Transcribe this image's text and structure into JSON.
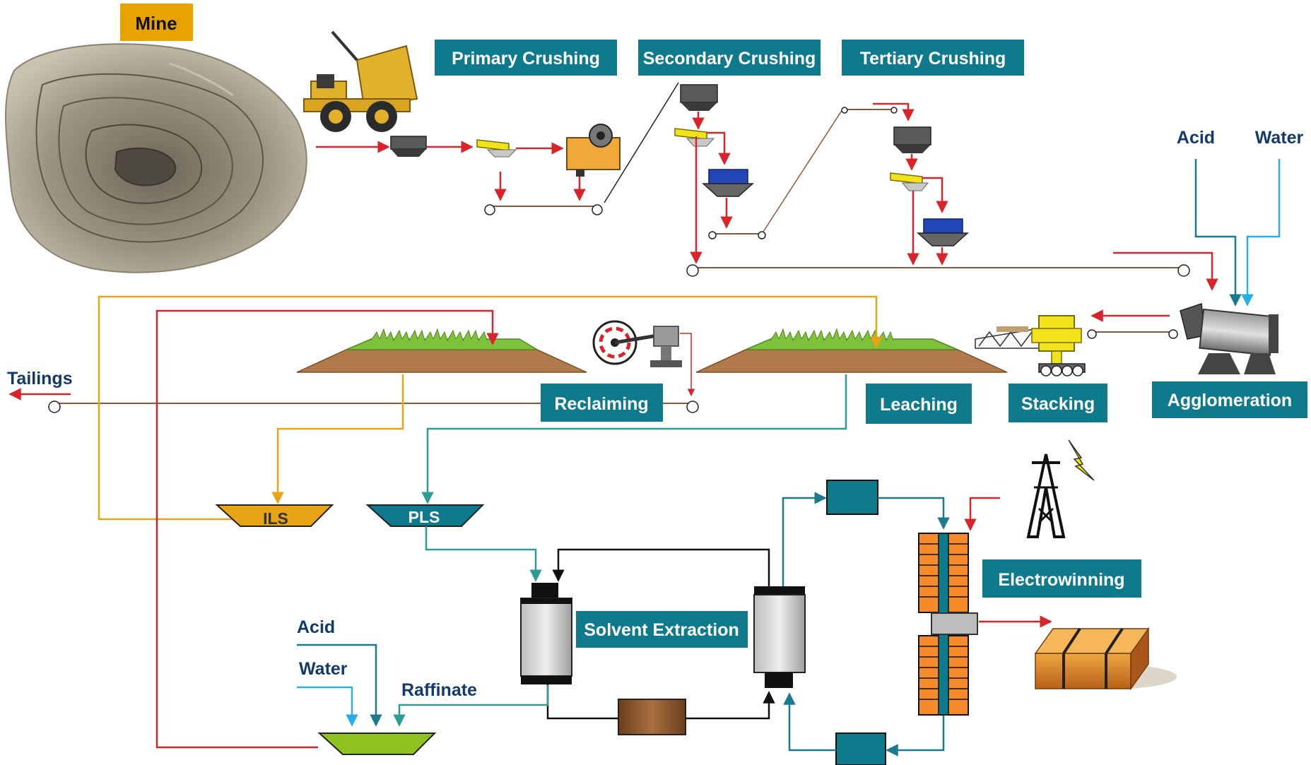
{
  "labels": {
    "mine": "Mine",
    "primary_crushing": "Primary Crushing",
    "secondary_crushing": "Secondary Crushing",
    "tertiary_crushing": "Tertiary Crushing",
    "acid_top": "Acid",
    "water_top": "Water",
    "tailings": "Tailings",
    "reclaiming": "Reclaiming",
    "leaching": "Leaching",
    "stacking": "Stacking",
    "agglomeration": "Agglomeration",
    "ils": "ILS",
    "pls": "PLS",
    "solvent_extraction": "Solvent Extraction",
    "electrowinning": "Electrowinning",
    "acid_bottom": "Acid",
    "water_bottom": "Water",
    "raffinate": "Raffinate"
  },
  "colors": {
    "label_box_teal": "#0e7a8c",
    "mine_box": "#e8a300",
    "ore_flow_red": "#d9252a",
    "ils_flow_orange": "#e8a317",
    "pls_flow_teal": "#2c9c95",
    "acid_line": "#1b7b8c",
    "water_line": "#29aee6",
    "label_text_dark": "#123a6b",
    "conveyor_brown": "#8a5a3a",
    "raffinate_green": "#8fc31f"
  }
}
